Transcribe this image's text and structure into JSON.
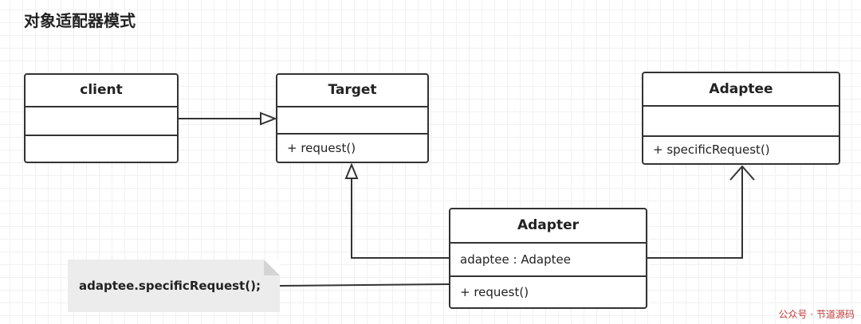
{
  "title": "对象适配器模式",
  "classes": {
    "client": {
      "name": "client",
      "attribute": "",
      "operation": ""
    },
    "target": {
      "name": "Target",
      "attribute": "",
      "operation": "+ request()"
    },
    "adaptee": {
      "name": "Adaptee",
      "attribute": "",
      "operation": "+ specificRequest()"
    },
    "adapter": {
      "name": "Adapter",
      "attribute": "adaptee : Adaptee",
      "operation": "+ request()"
    }
  },
  "note": {
    "text": "adaptee.specificRequest();"
  },
  "watermark": "公众号 · 节道源码"
}
